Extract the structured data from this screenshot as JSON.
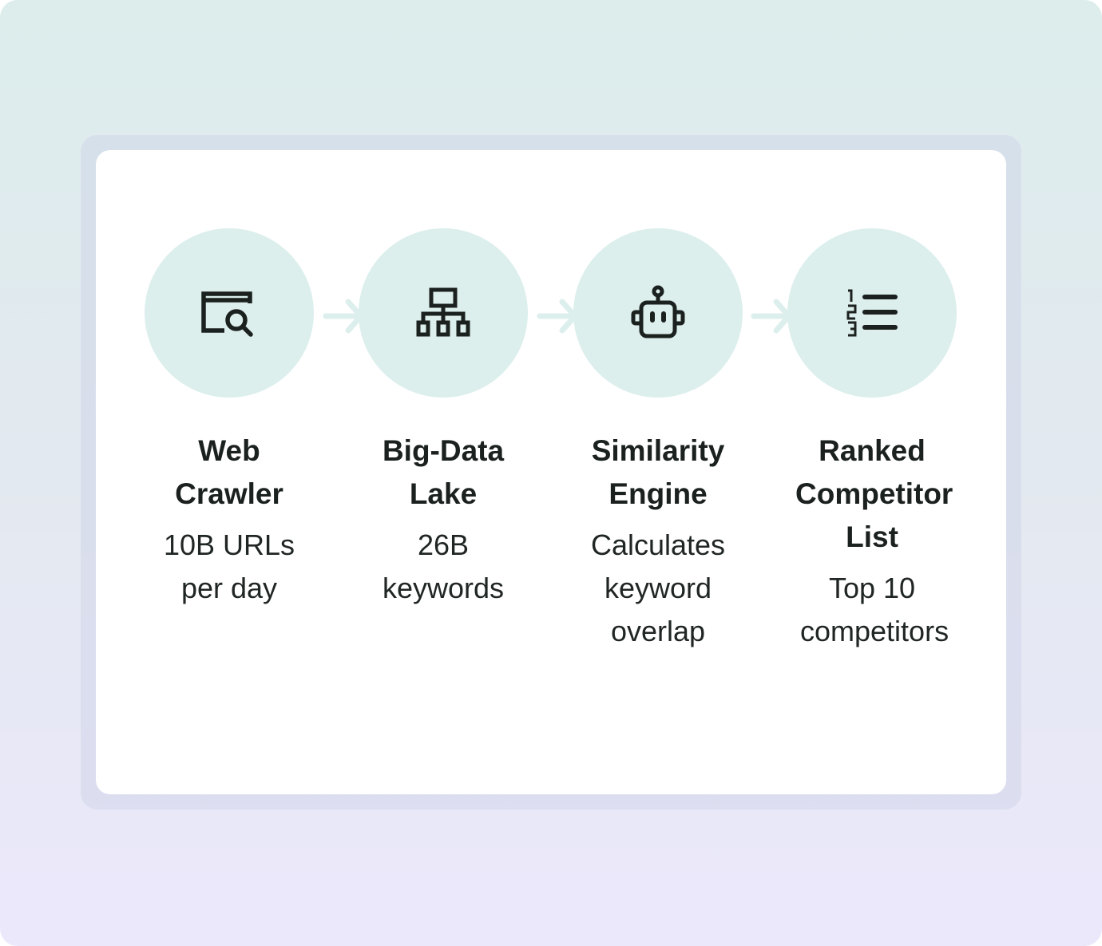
{
  "steps": [
    {
      "title": "Web Crawler",
      "description": "10B URLs per day",
      "icon": "browser-search-icon"
    },
    {
      "title": "Big-Data Lake",
      "description": "26B keywords",
      "icon": "hierarchy-icon"
    },
    {
      "title": "Similarity Engine",
      "description": "Calculates keyword overlap",
      "icon": "robot-icon"
    },
    {
      "title": "Ranked Competitor List",
      "description": "Top 10 competitors",
      "icon": "numbered-list-icon"
    }
  ],
  "colors": {
    "circle": "#dcefed",
    "arrow": "#dcefed",
    "icon": "#1b211e",
    "text": "#1b211e"
  }
}
